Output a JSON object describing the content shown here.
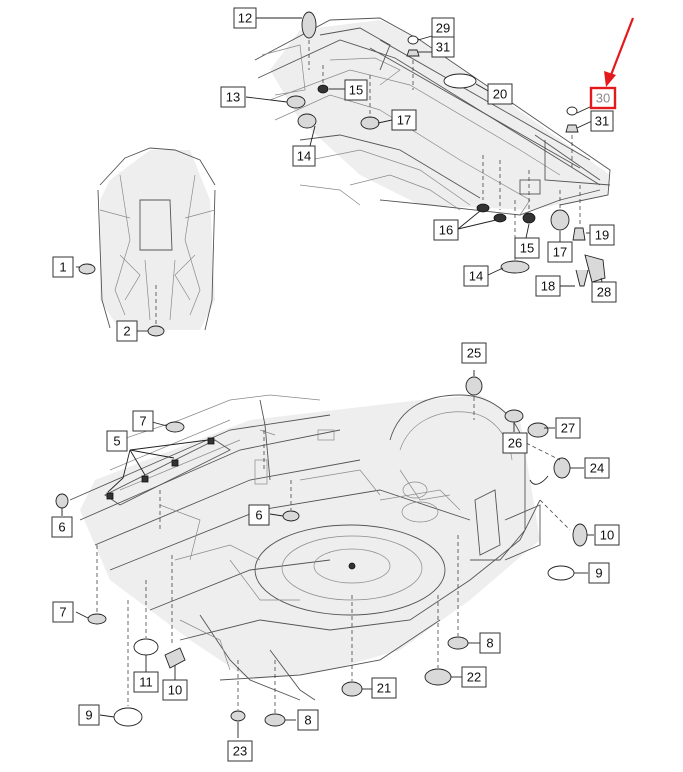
{
  "diagram": {
    "highlight_color": "#e3191b",
    "callouts": [
      "12",
      "29",
      "31",
      "13",
      "15",
      "20",
      "17",
      "30",
      "31",
      "14",
      "16",
      "15",
      "17",
      "19",
      "14",
      "18",
      "28",
      "1",
      "2",
      "25",
      "7",
      "27",
      "5",
      "26",
      "24",
      "6",
      "6",
      "10",
      "9",
      "7",
      "8",
      "11",
      "10",
      "21",
      "22",
      "9",
      "8",
      "23"
    ],
    "highlighted_callout": "30"
  }
}
